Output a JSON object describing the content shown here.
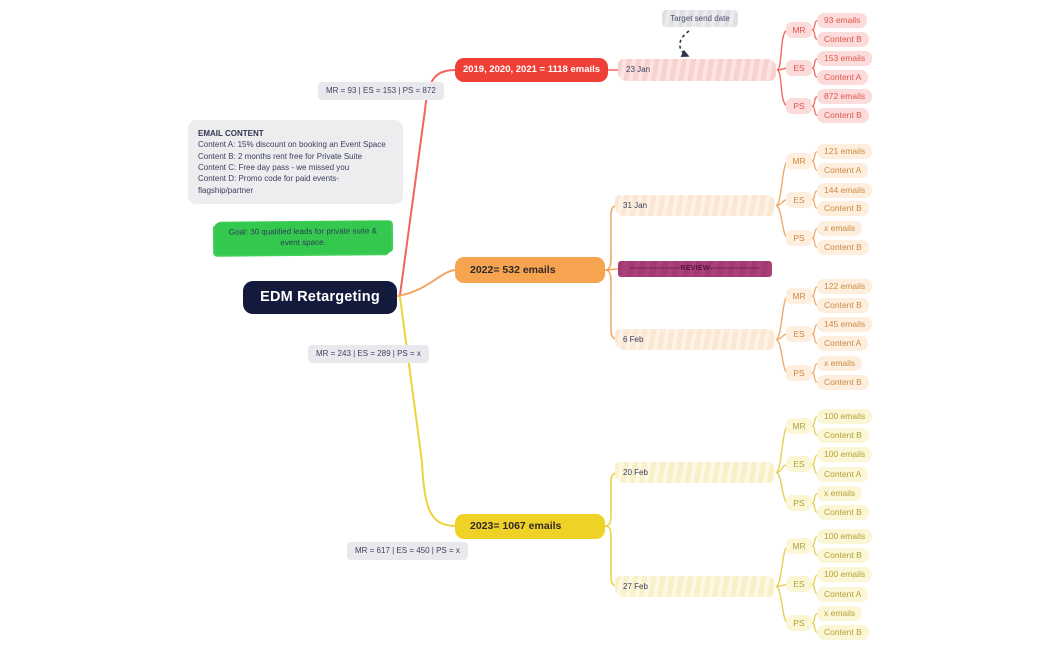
{
  "root": {
    "label": "EDM Retargeting",
    "color": "#141a3c"
  },
  "notes": {
    "email_content": {
      "title": "EMAIL CONTENT",
      "lines": [
        "Content A: 15% discount on booking an Event Space",
        "Content B: 2 months rent free for Private Suite",
        "Content C: Free day pass - we missed you",
        "Content D: Promo code for paid events-flagship/partner"
      ]
    },
    "goal": {
      "text": "Goal: 30 qualified leads for private suite & event space.",
      "color": "#34c94e"
    },
    "target_send_date": {
      "label": "Target send date"
    },
    "review": {
      "label": "-------------------REVIEW-------------------",
      "color": "#a33a72"
    }
  },
  "branches": [
    {
      "label": "2019, 2020, 2021 = 1118 emails",
      "stats": "MR = 93 | ES = 153 | PS = 872",
      "color": "#ee4037",
      "dates": [
        {
          "label": "23 Jan",
          "groups": [
            {
              "label": "MR",
              "leaves": [
                "93 emails",
                "Content B"
              ]
            },
            {
              "label": "ES",
              "leaves": [
                "153 emails",
                "Content A"
              ]
            },
            {
              "label": "PS",
              "leaves": [
                "872 emails",
                "Content B"
              ]
            }
          ]
        }
      ]
    },
    {
      "label": "2022= 532 emails",
      "stats": "MR = 243 | ES = 289 | PS = x",
      "color": "#f6a44f",
      "dates": [
        {
          "label": "31 Jan",
          "groups": [
            {
              "label": "MR",
              "leaves": [
                "121 emails",
                "Content A"
              ]
            },
            {
              "label": "ES",
              "leaves": [
                "144 emails",
                "Content B"
              ]
            },
            {
              "label": "PS",
              "leaves": [
                "x emails",
                "Content B"
              ]
            }
          ]
        },
        {
          "label": "6 Feb",
          "groups": [
            {
              "label": "MR",
              "leaves": [
                "122 emails",
                "Content B"
              ]
            },
            {
              "label": "ES",
              "leaves": [
                "145 emails",
                "Content A"
              ]
            },
            {
              "label": "PS",
              "leaves": [
                "x emails",
                "Content B"
              ]
            }
          ]
        }
      ]
    },
    {
      "label": "2023= 1067 emails",
      "stats": "MR = 617 | ES = 450 | PS = x",
      "color": "#efd226",
      "dates": [
        {
          "label": "20 Feb",
          "groups": [
            {
              "label": "MR",
              "leaves": [
                "100 emails",
                "Content B"
              ]
            },
            {
              "label": "ES",
              "leaves": [
                "100 emails",
                "Content A"
              ]
            },
            {
              "label": "PS",
              "leaves": [
                "x emails",
                "Content B"
              ]
            }
          ]
        },
        {
          "label": "27 Feb",
          "groups": [
            {
              "label": "MR",
              "leaves": [
                "100 emails",
                "Content B"
              ]
            },
            {
              "label": "ES",
              "leaves": [
                "100 emails",
                "Content A"
              ]
            },
            {
              "label": "PS",
              "leaves": [
                "x emails",
                "Content B"
              ]
            }
          ]
        }
      ]
    }
  ]
}
